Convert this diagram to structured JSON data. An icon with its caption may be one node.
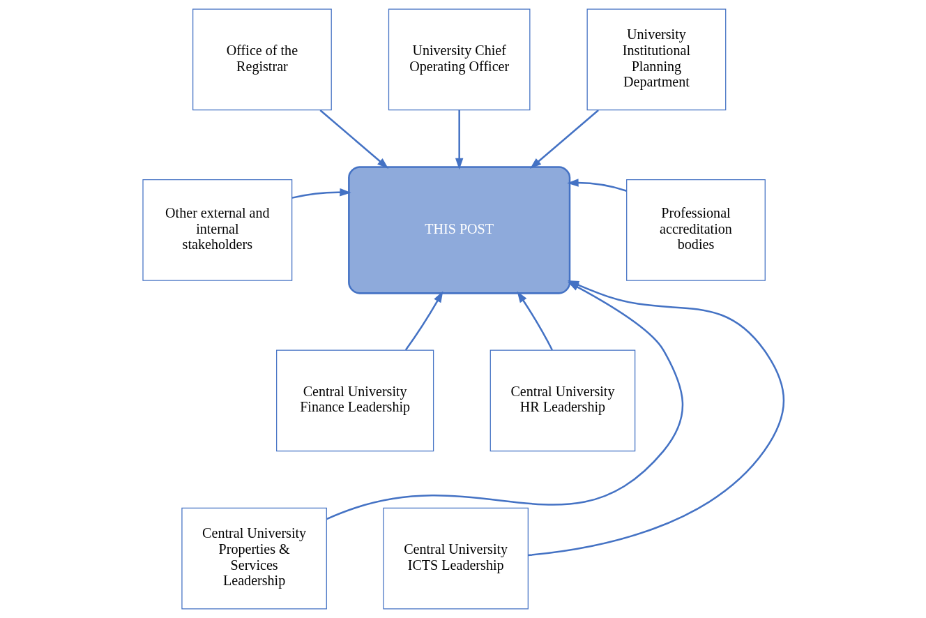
{
  "diagram": {
    "nodes": [
      {
        "text": [
          "Office of the Registrar"
        ]
      },
      {
        "text": [
          "University Chief Operating Officer"
        ]
      },
      {
        "text": [
          "University Institutional Planning Department"
        ]
      },
      {
        "text": [
          "Other external and internal stakeholders"
        ]
      },
      {
        "text": [
          "THIS POST"
        ]
      },
      {
        "text": [
          "Professional accreditation bodies"
        ]
      },
      {
        "text": [
          "Central University Finance Leadership"
        ]
      },
      {
        "text": [
          "Central University HR Leadership"
        ]
      },
      {
        "text": [
          "Central University Properties & Services Leadership"
        ]
      },
      {
        "text": [
          "Central University ICTS Leadership"
        ]
      }
    ],
    "edges": [
      {
        "from": 0,
        "to": 4,
        "arrow": "to"
      },
      {
        "from": 1,
        "to": 4,
        "arrow": "to"
      },
      {
        "from": 2,
        "to": 4,
        "arrow": "to"
      },
      {
        "from": 3,
        "to": 4,
        "arrow": "to"
      },
      {
        "from": 5,
        "to": 4,
        "arrow": "to"
      },
      {
        "from": 6,
        "to": 4,
        "arrow": "to"
      },
      {
        "from": 8,
        "to": 4,
        "arrow": "to"
      },
      {
        "from": 9,
        "to": 4,
        "arrow": "to"
      },
      {
        "from": 7,
        "to": 4,
        "arrow": "to"
      }
    ]
  }
}
